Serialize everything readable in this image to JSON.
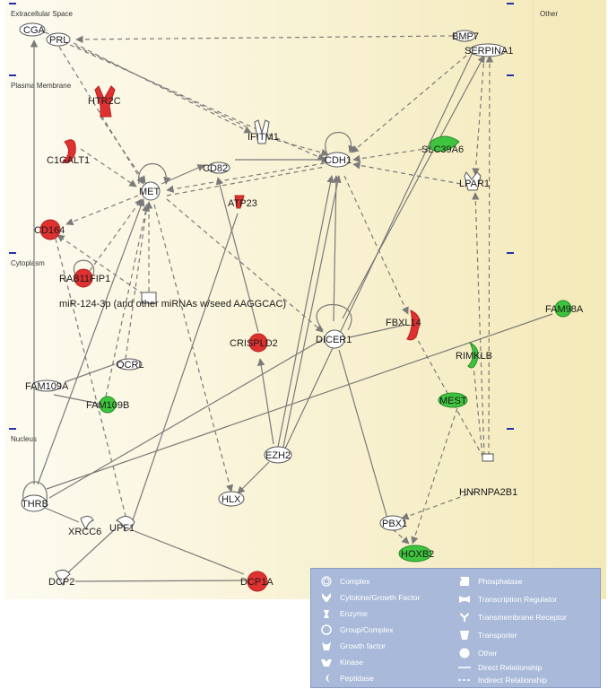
{
  "layers": {
    "extracellular": "Extracellular Space",
    "other": "Other",
    "plasma": "Plasma Membrane",
    "cytoplasm": "Cytoplasm",
    "nucleus": "Nucleus"
  },
  "nodes": {
    "CGA": "CGA",
    "PRL": "PRL",
    "HTR2C": "HTR2C",
    "IFITM1": "IFITM1",
    "BMP7": "BMP7",
    "SERPINA1": "SERPINA1",
    "SLC39A6": "SLC39A6",
    "CDH1": "CDH1",
    "C1GALT1": "C1GALT1",
    "CD82": "CD82",
    "MET": "MET",
    "ATP23": "ATP23",
    "LPAR1": "LPAR1",
    "CD164": "CD164",
    "RAB11FIP1": "RAB11FIP1",
    "miR": "miR-124-3p (and other miRNAs w/seed AAGGCAC)",
    "FBXL14": "FBXL14",
    "DICER1": "DICER1",
    "CRISPLD2": "CRISPLD2",
    "FAM98A": "FAM98A",
    "RIMKLB": "RIMKLB",
    "OCRL": "OCRL",
    "FAM109A": "FAM109A",
    "FAM109B": "FAM109B",
    "MEST": "MEST",
    "EZH2": "EZH2",
    "HNRNPA2B1": "HNRNPA2B1",
    "THRB": "THRB",
    "HLX": "HLX",
    "XRCC6": "XRCC6",
    "PBX1": "PBX1",
    "UPF1": "UPF1",
    "HOXB2": "HOXB2",
    "DCP2": "DCP2",
    "DCP1A": "DCP1A"
  },
  "colors": {
    "up": "#e03131",
    "down": "#3ec43e",
    "neutral": "#ffffff",
    "legend_bg": "#a9b9d9"
  },
  "legend": {
    "complex": "Complex",
    "cytokine": "Cytokine/Growth Factor",
    "enzyme": "Enzyme",
    "group": "Group/Complex",
    "growth": "Growth factor",
    "kinase": "Kinase",
    "peptidase": "Peptidase",
    "phosphatase": "Phosphatase",
    "transcription": "Transcription Regulator",
    "transmembrane": "Transmembrane Receptor",
    "transporter": "Transporter",
    "other": "Other",
    "direct": "Direct Relationship",
    "indirect": "Indirect Relationship"
  }
}
